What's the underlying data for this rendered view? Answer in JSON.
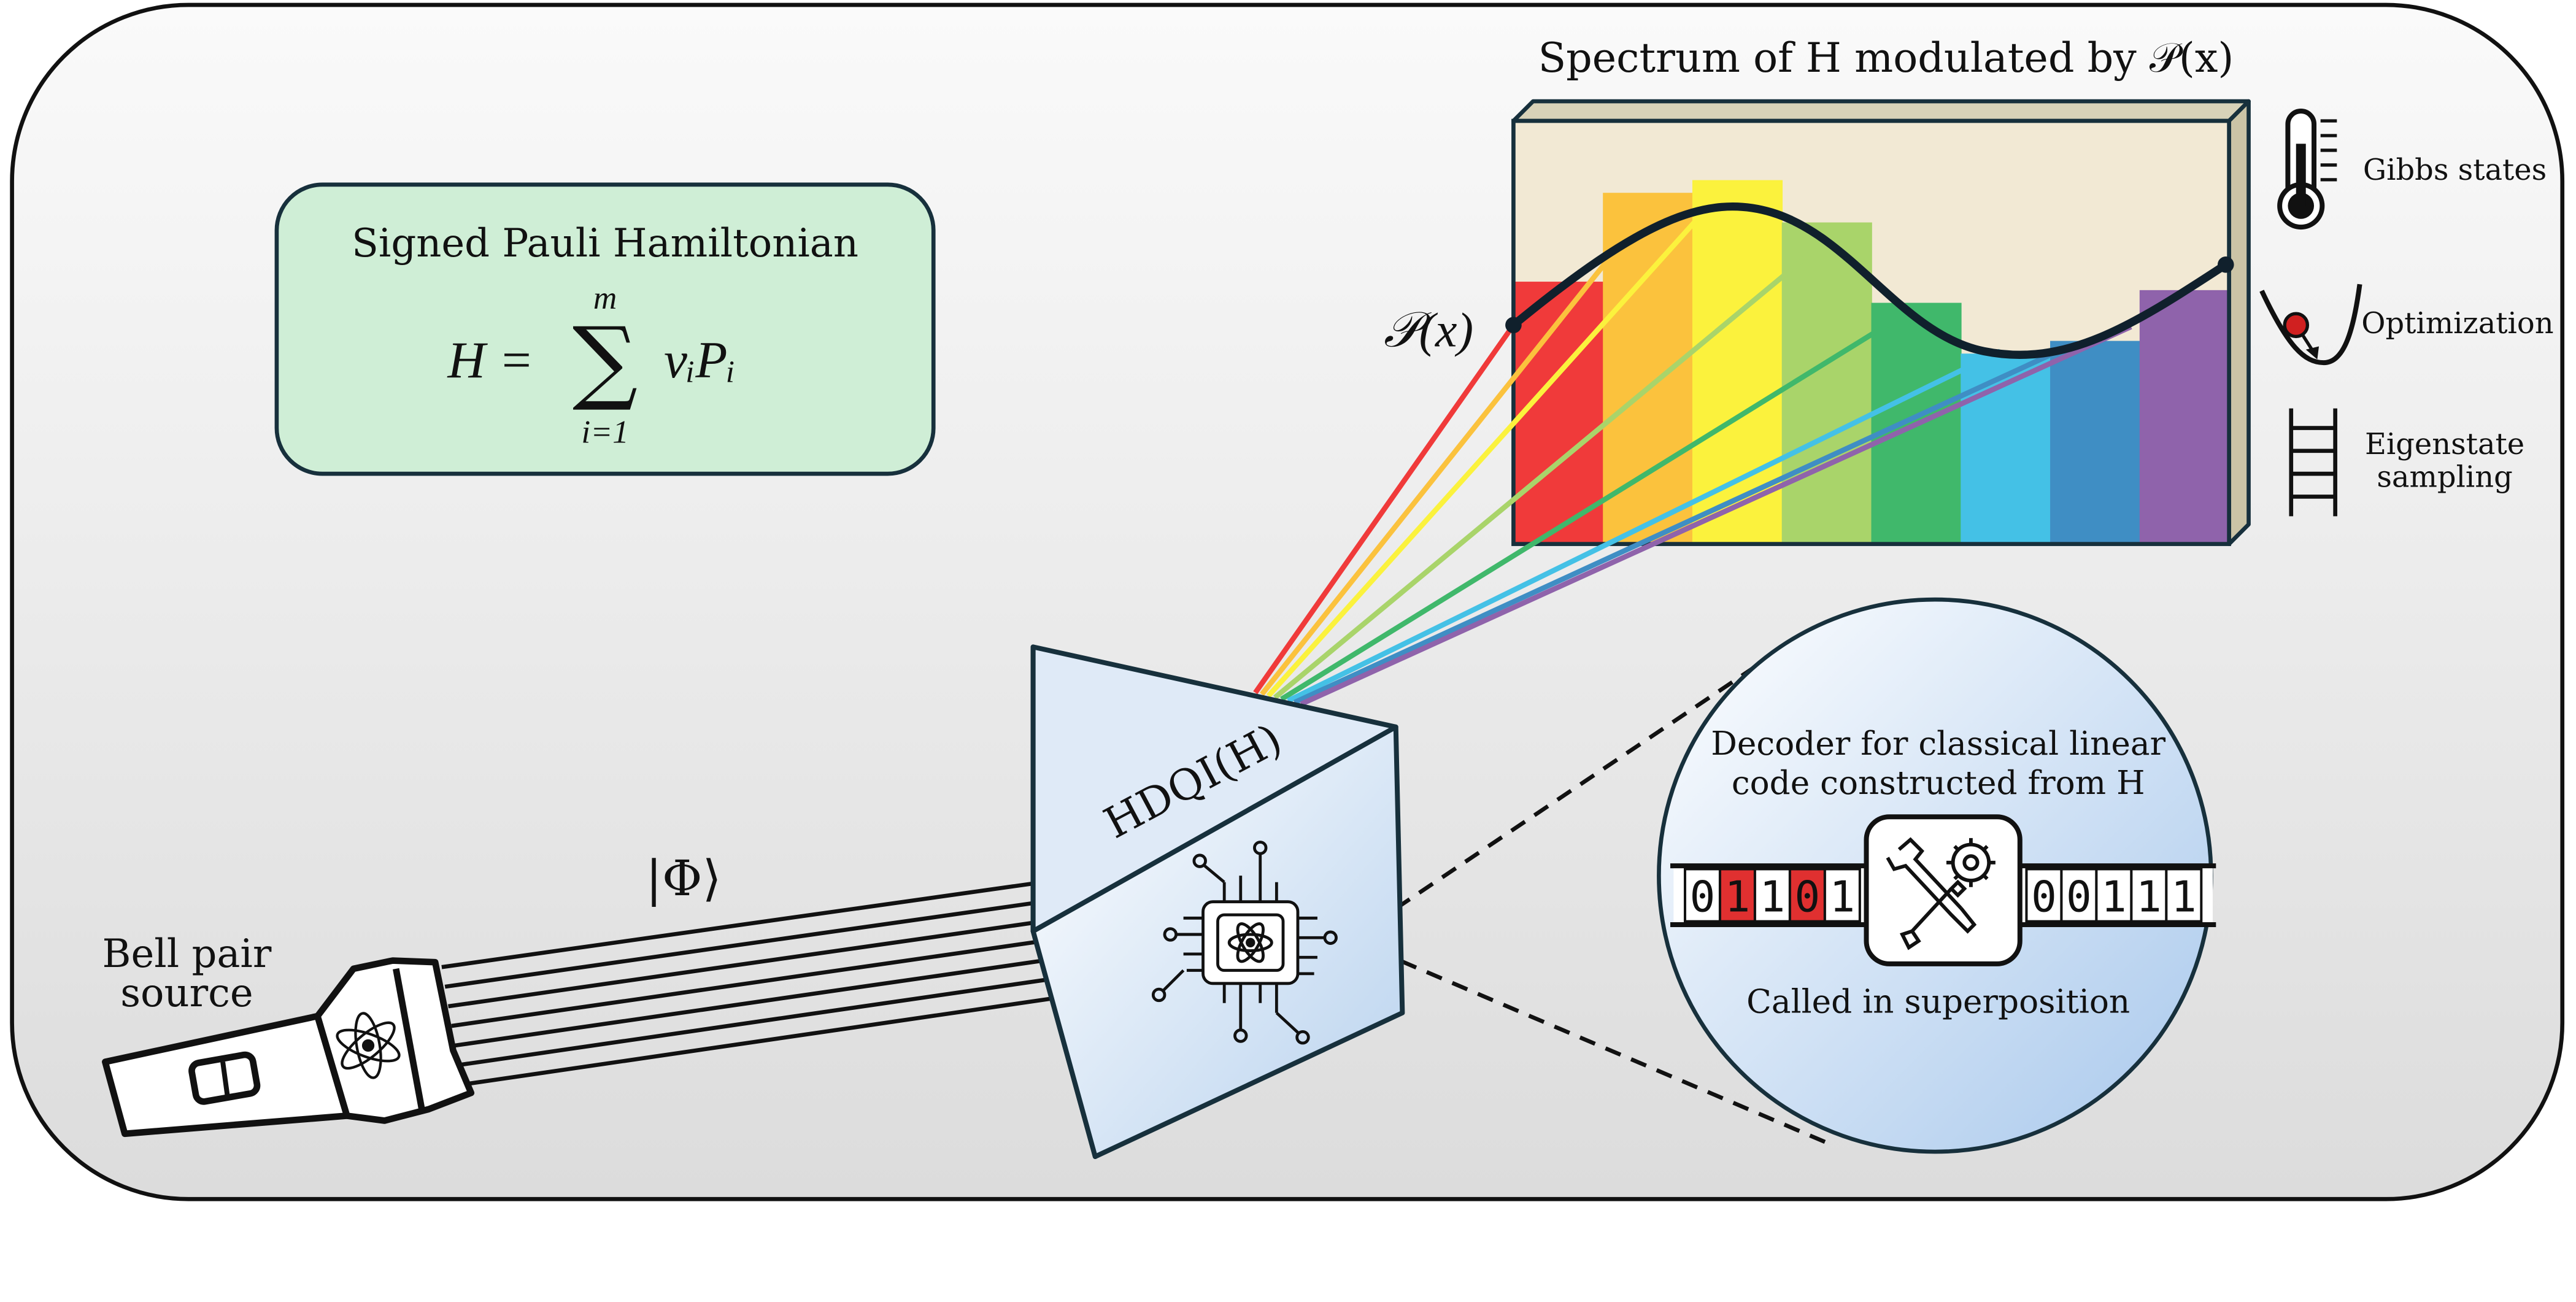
{
  "hamiltonian_box": {
    "title": "Signed Pauli Hamiltonian",
    "formula_lhs": "H =",
    "sum_symbol": "∑",
    "sum_upper": "m",
    "sum_lower": "i=1",
    "formula_body": "vᵢPᵢ"
  },
  "spectrum": {
    "title": "Spectrum of H modulated by 𝒫(x)",
    "curve_label": "𝒫(x)",
    "bar_colors": [
      "#f03a3a",
      "#fbc23d",
      "#fbf23d",
      "#a9d46a",
      "#40b86b",
      "#44c1e6",
      "#3f8ec4",
      "#8f63ab"
    ],
    "bar_heights": [
      0.62,
      0.83,
      0.86,
      0.76,
      0.57,
      0.45,
      0.48,
      0.6
    ],
    "background": "#f2e9d4"
  },
  "side_labels": {
    "gibbs": "Gibbs states",
    "optimization": "Optimization",
    "eigenstate_line1": "Eigenstate",
    "eigenstate_line2": "sampling"
  },
  "prism": {
    "label": "HDQI(H)"
  },
  "beam": {
    "label": "|Φ⟩"
  },
  "source": {
    "line1": "Bell pair",
    "line2": "source"
  },
  "decoder": {
    "line1": "Decoder for classical linear",
    "line2": "code constructed from H",
    "bits_left": [
      "0",
      "1",
      "1",
      "0",
      "1"
    ],
    "bits_left_highlight": [
      false,
      true,
      false,
      true,
      false
    ],
    "bits_right": [
      "0",
      "0",
      "1",
      "1",
      "1"
    ],
    "caption": "Called in superposition",
    "highlight_color": "#e03030"
  }
}
